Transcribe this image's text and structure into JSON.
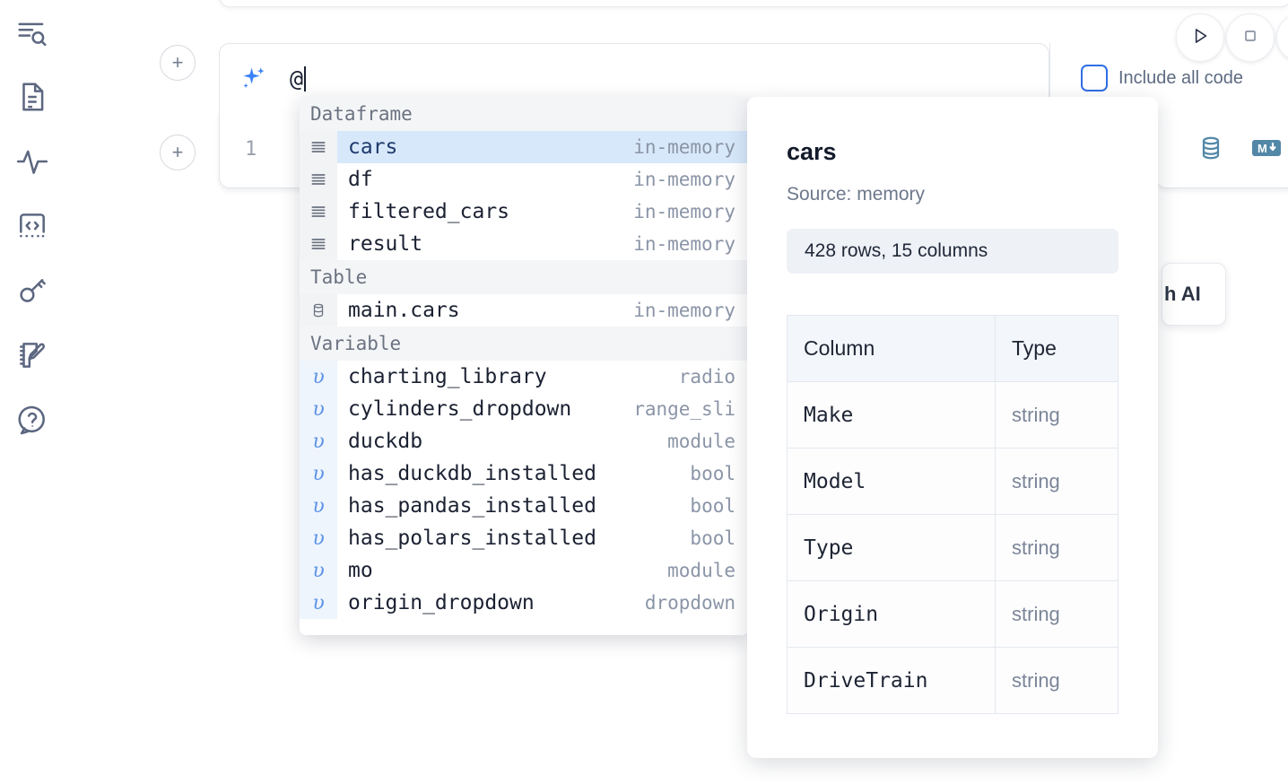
{
  "app": {
    "rail_items": [
      {
        "name": "explore-icon",
        "label": "Explore"
      },
      {
        "name": "file-icon",
        "label": "Notebook file"
      },
      {
        "name": "activity-icon",
        "label": "Activity"
      },
      {
        "name": "code-snippets-icon",
        "label": "Snippets"
      },
      {
        "name": "secrets-key-icon",
        "label": "Secrets"
      },
      {
        "name": "scratchpad-icon",
        "label": "Scratchpad"
      },
      {
        "name": "help-icon",
        "label": "Help"
      }
    ]
  },
  "toolbar": {
    "run_label": "Run",
    "stop_label": "Interrupt",
    "more_label": "More",
    "include_all_code_label": "Include all code",
    "include_all_code_checked": false,
    "accent_color": "#2f6fe4"
  },
  "prompt": {
    "value": "@",
    "add_cell_label": "+",
    "sparkle_icon": "ai-sparkle-icon"
  },
  "cell": {
    "line_number": "1",
    "database_icon": "database-icon",
    "markdown_icon": "markdown-icon",
    "lang_icon_color": "#5287a8"
  },
  "floating_card": {
    "text": "h AI"
  },
  "autocomplete": {
    "groups": [
      {
        "label": "Dataframe",
        "icon": "dataframe-icon",
        "items": [
          {
            "name": "cars",
            "kind": "in-memory",
            "selected": true
          },
          {
            "name": "df",
            "kind": "in-memory",
            "selected": false
          },
          {
            "name": "filtered_cars",
            "kind": "in-memory",
            "selected": false
          },
          {
            "name": "result",
            "kind": "in-memory",
            "selected": false
          }
        ]
      },
      {
        "label": "Table",
        "icon": "table-database-icon",
        "items": [
          {
            "name": "main.cars",
            "kind": "in-memory",
            "selected": false
          }
        ]
      },
      {
        "label": "Variable",
        "icon": "variable-icon",
        "items": [
          {
            "name": "charting_library",
            "kind": "radio",
            "selected": false
          },
          {
            "name": "cylinders_dropdown",
            "kind": "range_sli",
            "selected": false
          },
          {
            "name": "duckdb",
            "kind": "module",
            "selected": false
          },
          {
            "name": "has_duckdb_installed",
            "kind": "bool",
            "selected": false
          },
          {
            "name": "has_pandas_installed",
            "kind": "bool",
            "selected": false
          },
          {
            "name": "has_polars_installed",
            "kind": "bool",
            "selected": false
          },
          {
            "name": "mo",
            "kind": "module",
            "selected": false
          },
          {
            "name": "origin_dropdown",
            "kind": "dropdown",
            "selected": false
          }
        ]
      }
    ]
  },
  "detail": {
    "title": "cars",
    "source": "Source: memory",
    "shape": "428 rows, 15 columns",
    "headers": [
      "Column",
      "Type"
    ],
    "rows": [
      {
        "column": "Make",
        "type": "string"
      },
      {
        "column": "Model",
        "type": "string"
      },
      {
        "column": "Type",
        "type": "string"
      },
      {
        "column": "Origin",
        "type": "string"
      },
      {
        "column": "DriveTrain",
        "type": "string"
      }
    ]
  }
}
